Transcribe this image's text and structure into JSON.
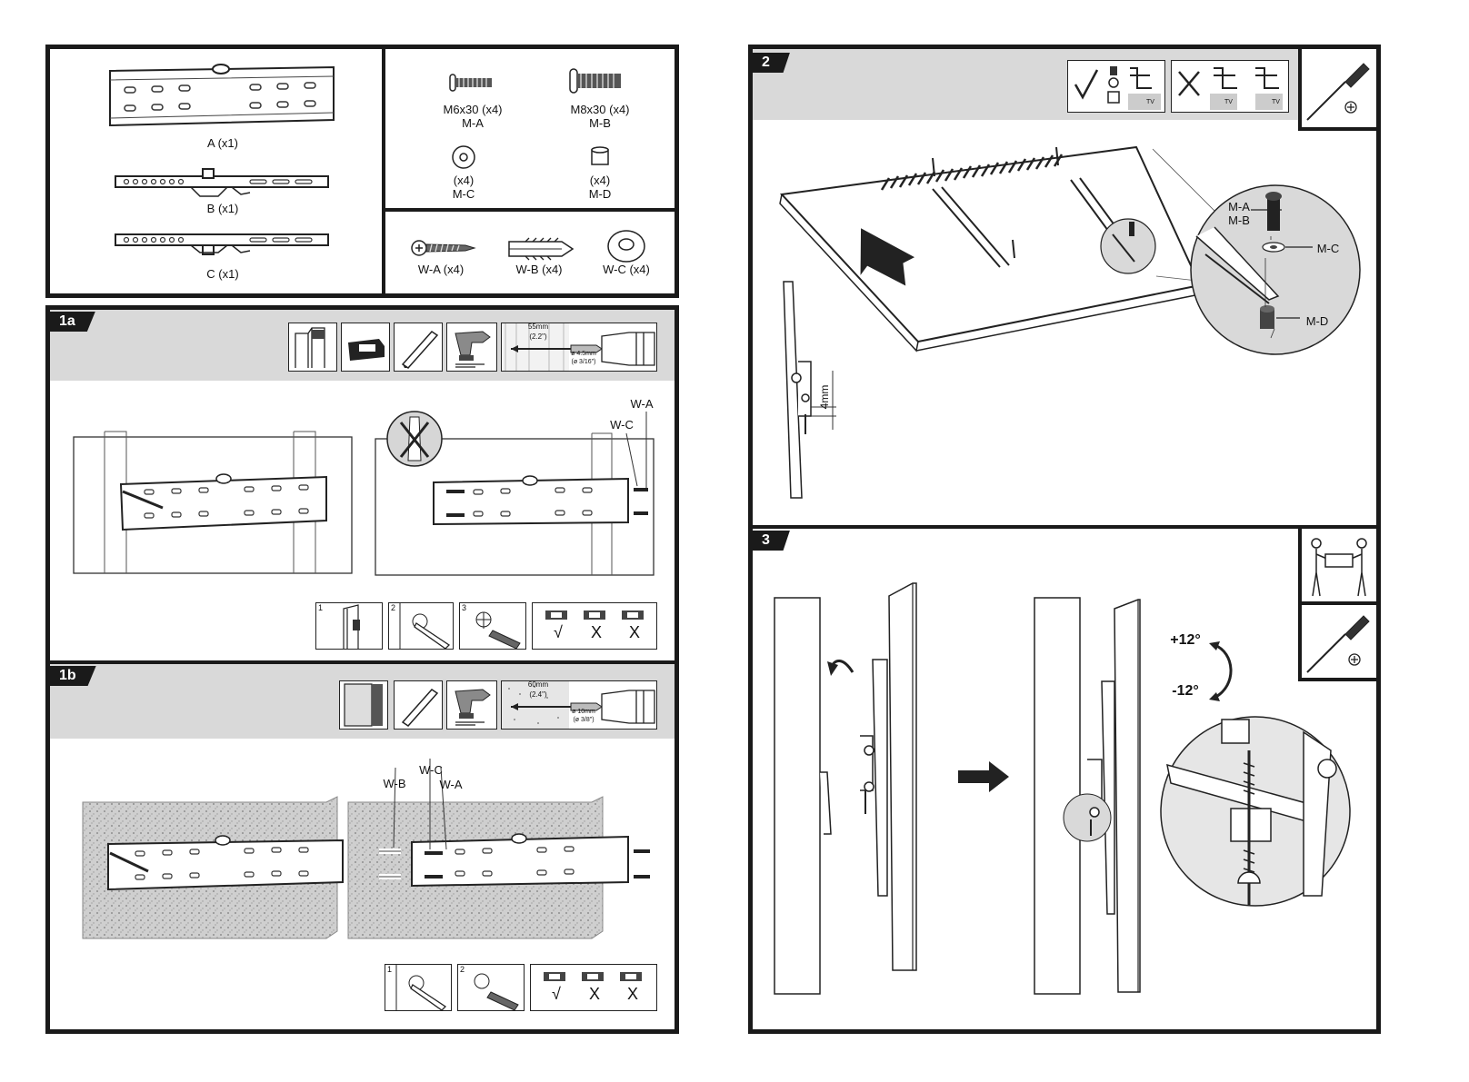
{
  "parts": {
    "bracket_a": "A (x1)",
    "bracket_b": "B (x1)",
    "bracket_c": "C (x1)",
    "m_a": {
      "qty": "M6x30 (x4)",
      "code": "M-A"
    },
    "m_b": {
      "qty": "M8x30 (x4)",
      "code": "M-B"
    },
    "m_c": {
      "qty": "(x4)",
      "code": "M-C"
    },
    "m_d": {
      "qty": "(x4)",
      "code": "M-D"
    },
    "w_a": "W-A (x4)",
    "w_b": "W-B (x4)",
    "w_c": "W-C (x4)"
  },
  "step1a": {
    "tab": "1a",
    "drill_depth": "55mm",
    "drill_depth_in": "(2.2\")",
    "drill_dia": "ø 4.5mm",
    "drill_dia_in": "(ø 3/16\")",
    "callout_wa": "W-A",
    "callout_wc": "W-C",
    "substeps": [
      "1",
      "2",
      "3"
    ],
    "level_marks": [
      "√",
      "X",
      "X"
    ]
  },
  "step1b": {
    "tab": "1b",
    "drill_depth": "60mm",
    "drill_depth_in": "(2.4\")",
    "drill_dia": "ø 10mm",
    "drill_dia_in": "(ø 3/8\")",
    "callout_wb": "W-B",
    "callout_wc": "W-C",
    "callout_wa": "W-A",
    "substeps": [
      "1",
      "2"
    ],
    "level_marks": [
      "√",
      "X",
      "X"
    ]
  },
  "step2": {
    "tab": "2",
    "tv_label": "TV",
    "callout_ma": "M-A",
    "callout_mb": "M-B",
    "callout_mc": "M-C",
    "callout_md": "M-D",
    "gap": "4mm"
  },
  "step3": {
    "tab": "3",
    "tilt_up": "+12°",
    "tilt_down": "-12°"
  }
}
